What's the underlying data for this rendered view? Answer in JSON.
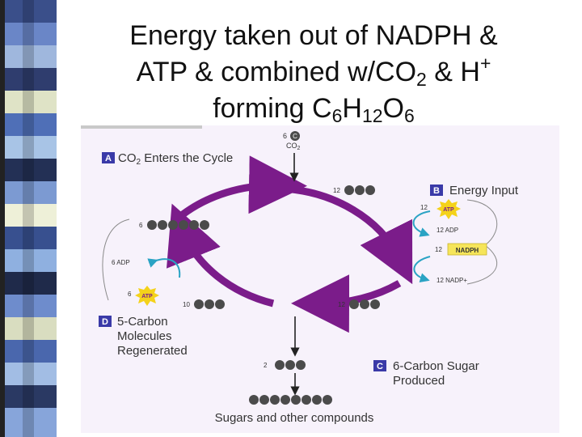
{
  "title": {
    "line1": "Energy taken out of NADPH &",
    "line2_a": "ATP & combined w/CO",
    "line2_sub": "2",
    "line2_b": " & H",
    "line2_sup": "+",
    "line3_a": "forming C",
    "line3_sub1": "6",
    "line3_b": "H",
    "line3_sub2": "12",
    "line3_c": "O",
    "line3_sub3": "6"
  },
  "diagram": {
    "input": {
      "count": "6",
      "letter": "C",
      "label": "CO2",
      "label_main": "CO",
      "label_sub": "2"
    },
    "step_a": {
      "letter": "A",
      "text_main": "CO",
      "text_sub": "2",
      "text_rest": " Enters the Cycle"
    },
    "step_b": {
      "letter": "B",
      "text": "Energy Input"
    },
    "step_c": {
      "letter": "C",
      "line1": "6-Carbon Sugar",
      "line2": "Produced"
    },
    "step_d": {
      "letter": "D",
      "line1": "5-Carbon",
      "line2": "Molecules",
      "line3": "Regenerated"
    },
    "mol_top_right_count": "12",
    "mol_bottom_right_count": "12",
    "mol_bottom_left_count": "10",
    "mol_left_count": "6",
    "output_count": "2",
    "atp_label": "ATP",
    "b_atp_count": "12",
    "b_adp": "12 ADP",
    "b_nadph_count": "12",
    "b_nadph_label": "NADPH",
    "b_nadp": "12 NADP+",
    "d_adp": "6 ADP",
    "d_atp_count": "6",
    "bottom_label": "Sugars and other compounds"
  },
  "colors": {
    "cycle": "#7b1c8a",
    "ball": "#4b4b4b",
    "badge": "#3a3aa8",
    "diagram_bg": "#f7f2fb",
    "nadph_box": "#f6e55a",
    "atp_burst": "#f4d21a",
    "energy_arrow": "#2aa3c4"
  }
}
